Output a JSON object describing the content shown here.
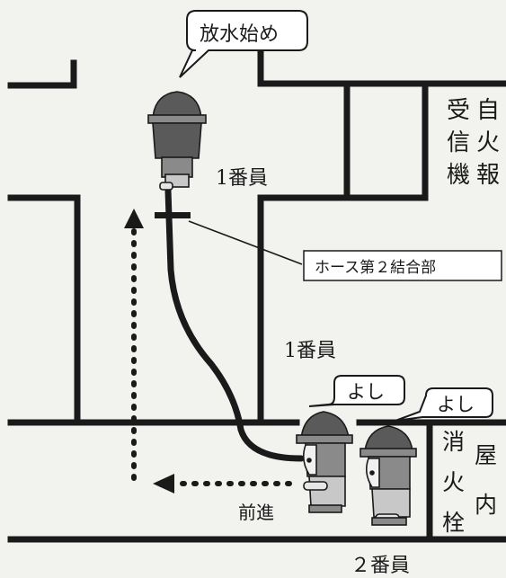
{
  "labels": {
    "start_water": "放水始め",
    "member1_top": "1番員",
    "hose_coupling": "ホース第２結合部",
    "member1_bottom": "1番員",
    "ok_left": "よし",
    "ok_right": "よし",
    "advance": "前進",
    "member2": "２番員"
  },
  "hydrant_box": {
    "title_chars": [
      "消",
      "火",
      "栓"
    ],
    "subtitle_chars": [
      "屋",
      "内"
    ]
  },
  "alarm_box": {
    "col1_chars": [
      "受",
      "信",
      "機"
    ],
    "col2_chars": [
      "自",
      "火",
      "報"
    ]
  },
  "colors": {
    "line": "#1a1a1a",
    "fill_dark": "#5a5a5a",
    "fill_mid": "#8a8a8a",
    "fill_light": "#c8c8c8",
    "background": "#f2f2ef"
  }
}
